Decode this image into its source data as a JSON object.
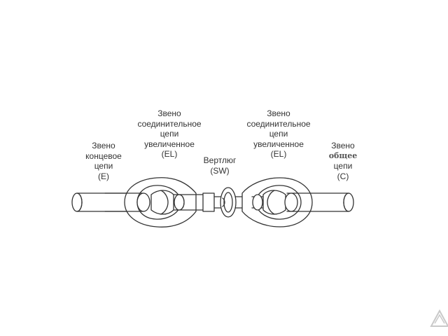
{
  "labels": {
    "end_link": [
      "Звено",
      "концевое",
      "цепи",
      "(E)"
    ],
    "enlarged_link_left": [
      "Звено",
      "соединительное",
      "цепи",
      "увеличенное",
      "(EL)"
    ],
    "swivel": [
      "Вертлюг",
      "(SW)"
    ],
    "enlarged_link_right": [
      "Звено",
      "соединительное",
      "цепи",
      "увеличенное",
      "(EL)"
    ],
    "common_link": [
      "Звено",
      "общее",
      "цепи",
      "(C)"
    ]
  },
  "colors": {
    "stroke": "#333333",
    "text": "#333333",
    "background": "#ffffff"
  },
  "watermark": "logo-triangle-icon"
}
